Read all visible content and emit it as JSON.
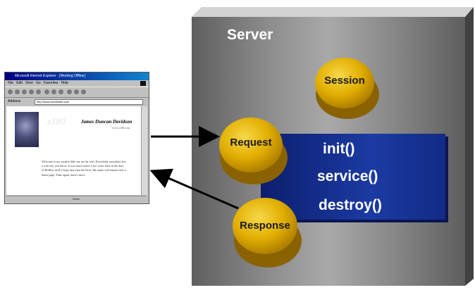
{
  "server": {
    "title": "Server"
  },
  "session": {
    "label": "Session"
  },
  "request": {
    "label": "Request"
  },
  "response": {
    "label": "Response"
  },
  "servlet": {
    "methods": [
      "init()",
      "service()",
      "destroy()"
    ]
  },
  "browser": {
    "title": "Microsoft Internet Explorer - [Working Offline]",
    "menu": [
      "File",
      "Edit",
      "View",
      "Go",
      "Favorites",
      "Help"
    ],
    "address_label": "Address",
    "address_value": "http://www.servletsite.com",
    "page_name": "James Duncan Davidson",
    "page_subtitle": "www.x180.com",
    "watermark": "x180",
    "body_text": "Welcome to my modest little site on the web. Everybody nowadays has a web site, you know. It was much easier a few years back in the days of HotBot. Still, I hope that what the heck. My name will remain here a home page. Time again, there's more",
    "status": "Done"
  },
  "colors": {
    "server_top": "#d4d4d4",
    "server_side": "#3f3f3f",
    "coin": "#e0b200",
    "servlet": "#1b3aa3"
  }
}
